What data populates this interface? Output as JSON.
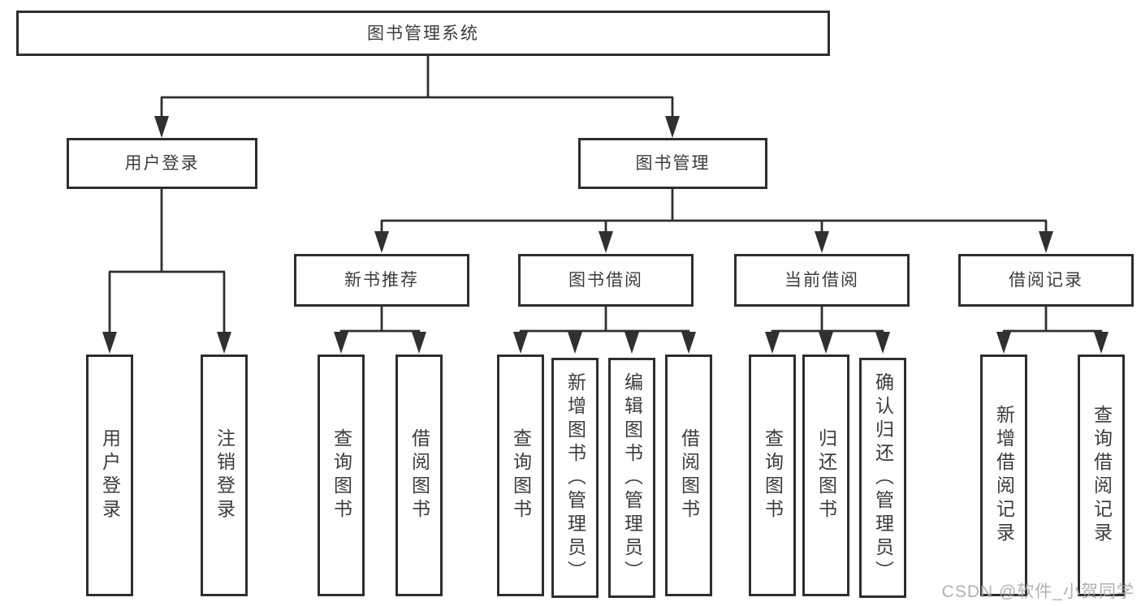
{
  "diagram": {
    "root": "图书管理系统",
    "level2": [
      "用户登录",
      "图书管理"
    ],
    "level3": [
      "新书推荐",
      "图书借阅",
      "当前借阅",
      "借阅记录"
    ],
    "leaves": {
      "user_login": [
        "用户登录",
        "注销登录"
      ],
      "new_books": [
        "查询图书",
        "借阅图书"
      ],
      "borrowing": [
        "查询图书",
        "新增图书（管理员）",
        "编辑图书（管理员）",
        "借阅图书"
      ],
      "current": [
        "查询图书",
        "归还图书",
        "确认归还（管理员）"
      ],
      "records": [
        "新增借阅记录",
        "查询借阅记录"
      ]
    }
  },
  "watermark": {
    "text": "CSDN @软件_小贺同学"
  },
  "colors": {
    "line": "#303030",
    "box_border": "#2e2e2e",
    "box_fill": "#ffffff",
    "text": "#3c3c3c",
    "watermark": "#ababab",
    "background": "#ffffff"
  }
}
